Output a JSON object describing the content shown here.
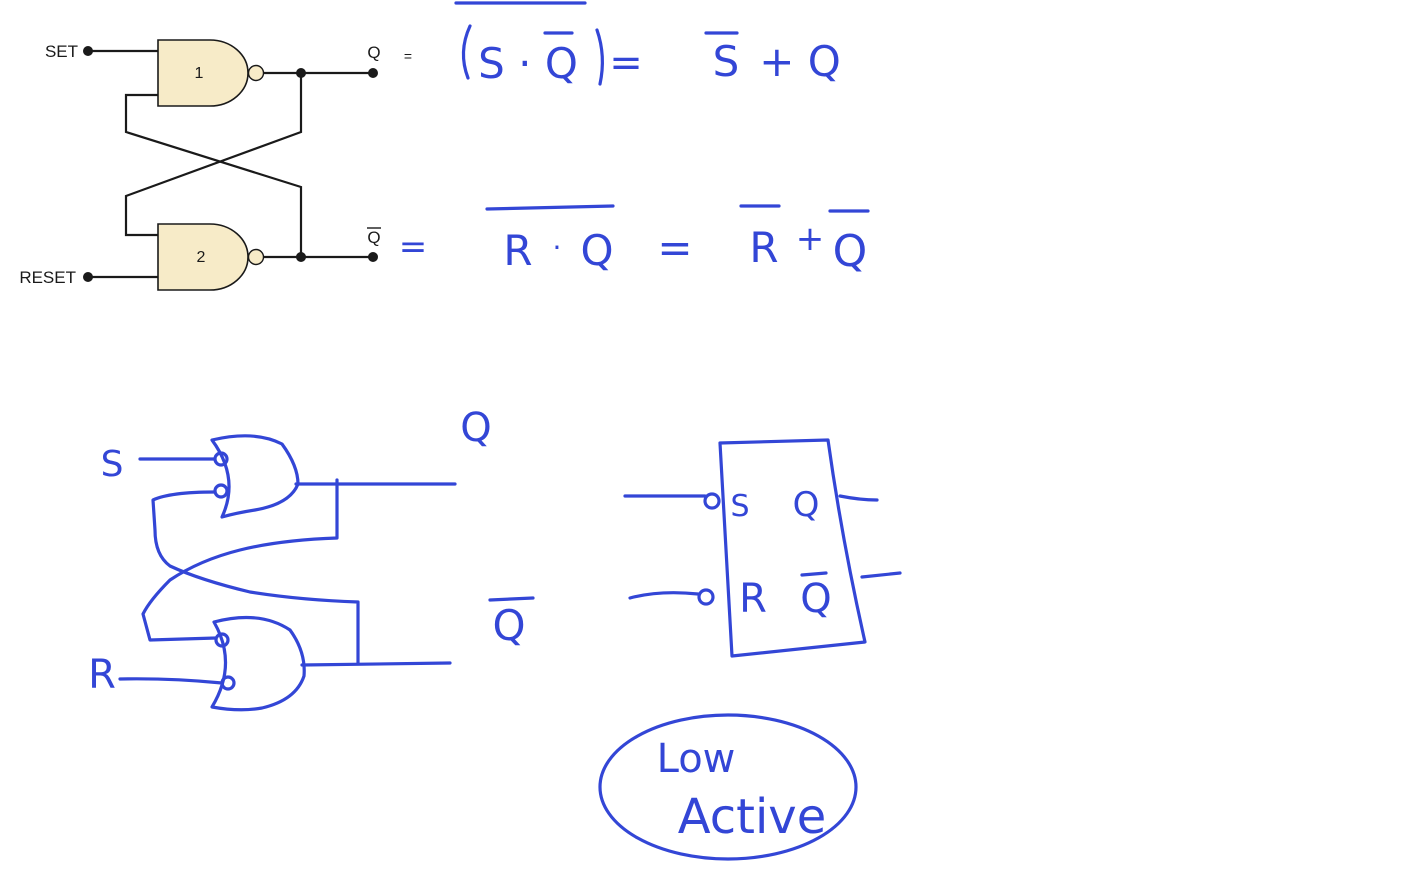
{
  "typed_circuit": {
    "set_label": "SET",
    "reset_label": "RESET",
    "gate1_number": "1",
    "gate2_number": "2",
    "q_label": "Q",
    "qbar_label": "Q",
    "q_equals": "="
  },
  "equations": {
    "eq1_lhs": "S · Q",
    "eq1_eq": "=",
    "eq1_rhs_s": "S",
    "eq1_rhs_plus": "+ Q",
    "eq2_eq0": "=",
    "eq2_lhs_r": "R",
    "eq2_lhs_dot": "·",
    "eq2_lhs_q": "Q",
    "eq2_eq": "=",
    "eq2_rhs_r": "R",
    "eq2_rhs_plus": "+",
    "eq2_rhs_q": "Q"
  },
  "sketch_circuit": {
    "s_label": "S",
    "r_label": "R",
    "q_label": "Q",
    "qbar_label": "Q"
  },
  "latch_block": {
    "s_pin": "S",
    "r_pin": "R",
    "q_pin": "Q",
    "qbar_pin": "Q"
  },
  "note": {
    "line1": "Low",
    "line2": "Active"
  },
  "colors": {
    "ink": "#3346d6",
    "gate_fill": "#f7ebc8",
    "wire": "#1a1a1a"
  }
}
